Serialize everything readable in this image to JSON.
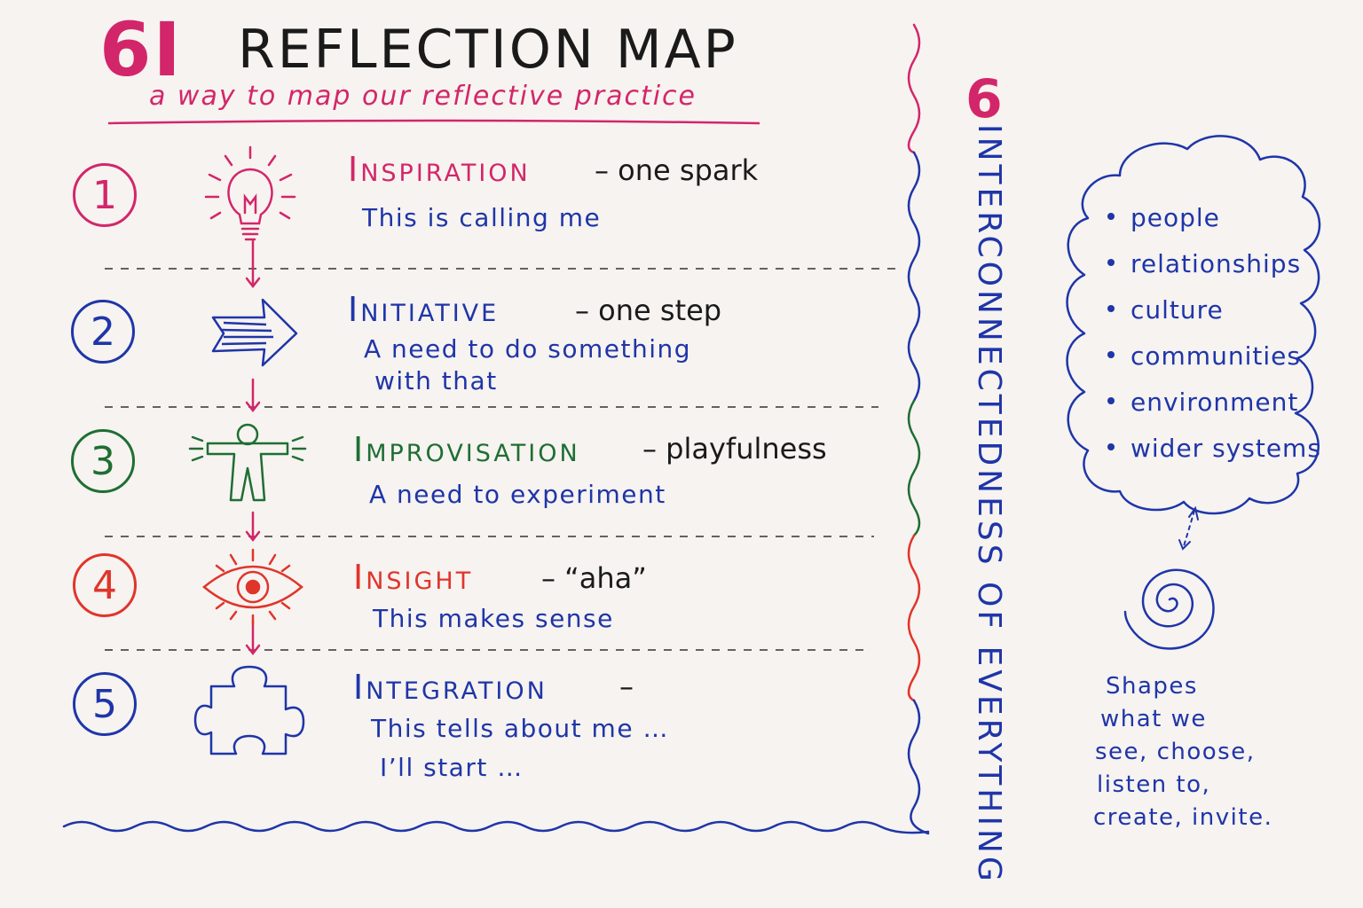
{
  "title": {
    "prefix": "6I",
    "main": "REFLECTION MAP"
  },
  "subtitle": "a way to map our reflective practice",
  "steps": [
    {
      "number": "1",
      "title": "Inspiration",
      "tag": "– one spark",
      "desc": [
        "This is calling me"
      ],
      "icon": "lightbulb-icon",
      "color": "#d3266a"
    },
    {
      "number": "2",
      "title": "Initiative",
      "tag": "– one step",
      "desc": [
        "A need to do something",
        "with that"
      ],
      "icon": "arrow-icon",
      "color": "#1f35a8"
    },
    {
      "number": "3",
      "title": "Improvisation",
      "tag": "– playfulness",
      "desc": [
        "A need to experiment"
      ],
      "icon": "person-icon",
      "color": "#1f6e33"
    },
    {
      "number": "4",
      "title": "Insight",
      "tag": "– “aha”",
      "desc": [
        "This makes sense"
      ],
      "icon": "eye-icon",
      "color": "#e0352b"
    },
    {
      "number": "5",
      "title": "Integration",
      "tag": "–",
      "desc": [
        "This tells about me …",
        "I’ll start …"
      ],
      "icon": "puzzle-icon",
      "color": "#1f35a8"
    }
  ],
  "side": {
    "number": "6",
    "label": "Interconnectedness of everything"
  },
  "cloud": {
    "items": [
      "people",
      "relationships",
      "culture",
      "communities",
      "environment",
      "wider systems"
    ]
  },
  "shapes_note": [
    "Shapes",
    "what we",
    "see, choose,",
    "listen to,",
    "create, invite."
  ],
  "colors": {
    "pink": "#d3266a",
    "blue": "#1f35a8",
    "green": "#1f6e33",
    "red": "#e0352b",
    "ink": "#1a1a1a",
    "paper": "#f6f3f0"
  }
}
